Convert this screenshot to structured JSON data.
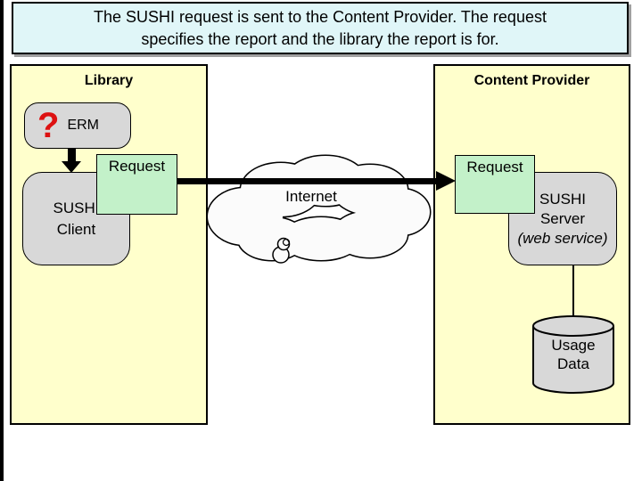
{
  "title": {
    "line1": "The SUSHI request is sent to the Content Provider. The request",
    "line2": "specifies the report and the library the report is for."
  },
  "library": {
    "label": "Library",
    "erm_mark": "?",
    "erm_label": "ERM",
    "request_label": "Request",
    "client_line1": "SUSHI",
    "client_line2": "Client"
  },
  "internet": {
    "label": "Internet"
  },
  "provider": {
    "label": "Content Provider",
    "request_label": "Request",
    "server_line1": "SUSHI",
    "server_line2": "Server",
    "server_line3": "(web service)",
    "usage_line1": "Usage",
    "usage_line2": "Data"
  },
  "icons": {
    "down_arrow": "thick-black-down-arrow",
    "flow_arrow": "thick-black-right-arrow",
    "internet_cloud": "cloud-outline",
    "usage_database": "cylinder-database"
  },
  "colors": {
    "slide_bg": "#FFFFFF",
    "edge_black": "#000000",
    "title_bg": "#E0F6F8",
    "panel_bg": "#FFFFCC",
    "node_gray": "#D8D8D8",
    "request_green": "#C3F1C9",
    "question_mark_red": "#DD1111"
  }
}
